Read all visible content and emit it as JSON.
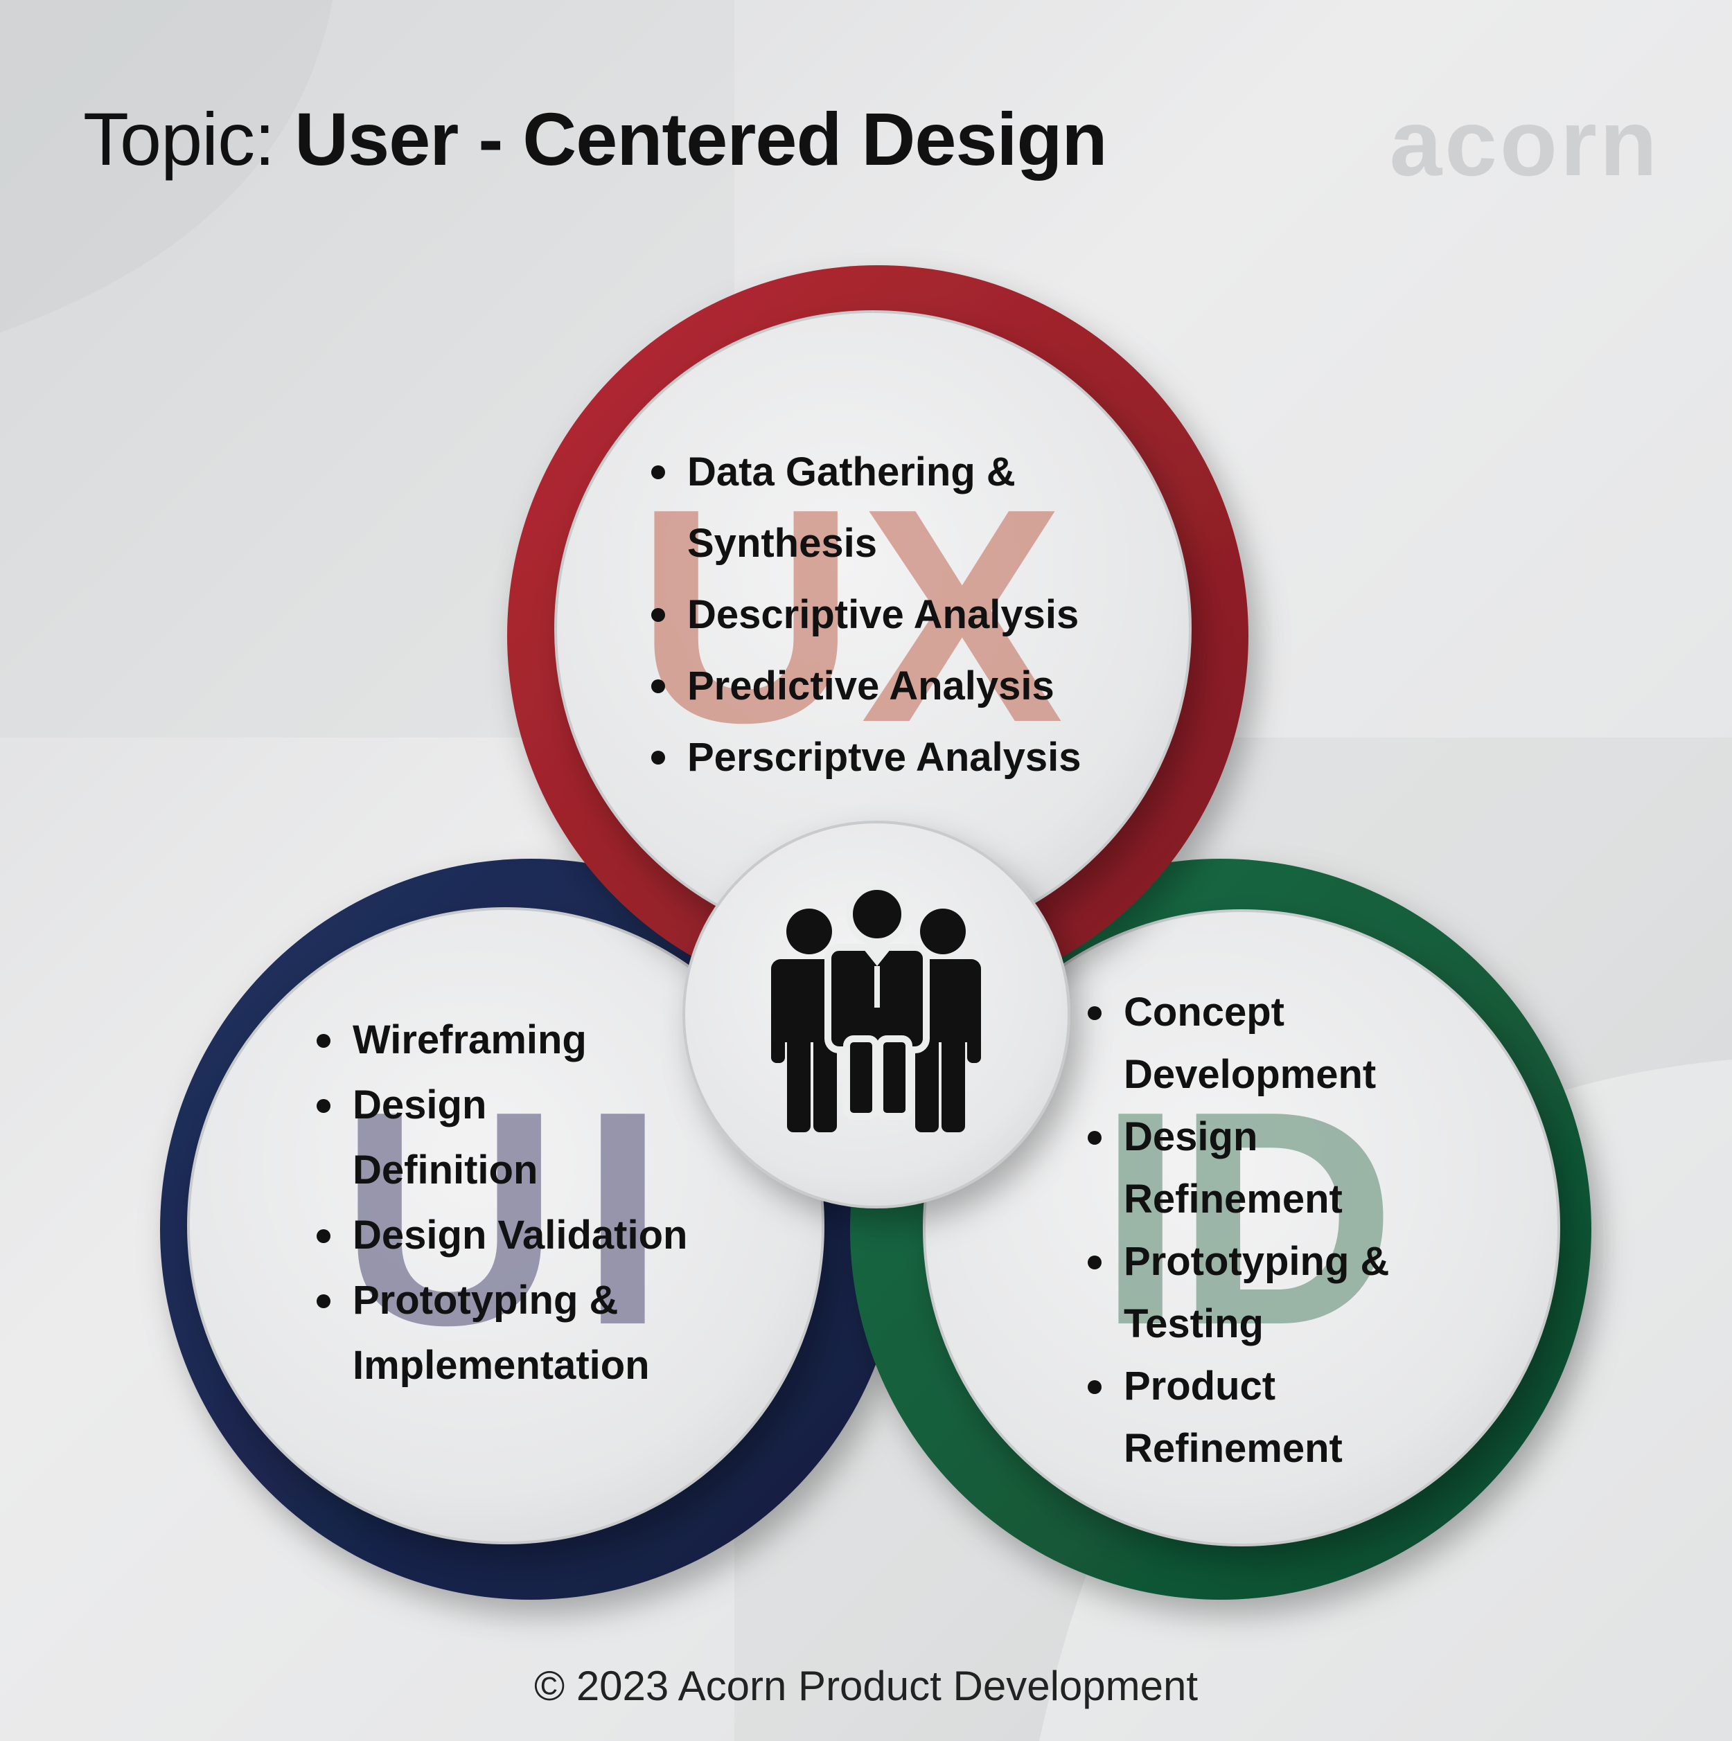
{
  "title": {
    "prefix": "Topic:",
    "main": "User - Centered Design"
  },
  "logo": "acorn",
  "circles": {
    "ux": {
      "letters": "UX",
      "ring_color": "#a8272f",
      "items": [
        "Data Gathering & Synthesis",
        "Descriptive Analysis",
        "Predictive Analysis",
        "Perscriptve Analysis"
      ]
    },
    "ui": {
      "letters": "UI",
      "ring_color": "#1b2a55",
      "items": [
        "Wireframing",
        "Design Definition",
        "Design Validation",
        "Prototyping & Implementation"
      ]
    },
    "id": {
      "letters": "ID",
      "ring_color": "#15623f",
      "items": [
        "Concept Development",
        "Design Refinement",
        "Prototyping & Testing",
        "Product Refinement"
      ]
    }
  },
  "center_icon": "people-group-icon",
  "footer": "© 2023 Acorn Product Development"
}
